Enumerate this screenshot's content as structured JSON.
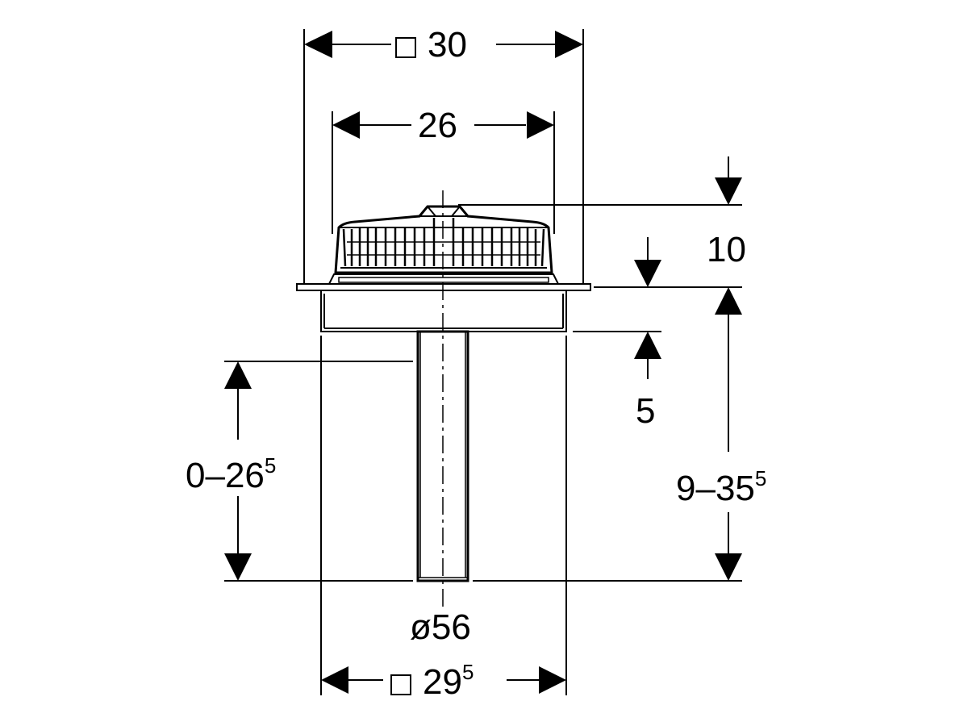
{
  "dimensions": {
    "top_width": {
      "value": "30",
      "square": true
    },
    "inner_width": {
      "value": "26"
    },
    "top_height": {
      "value": "10"
    },
    "flange_gap": {
      "value": "5"
    },
    "left_range": {
      "value": "0–26",
      "sup": "5"
    },
    "right_range": {
      "value": "9–35",
      "sup": "5"
    },
    "pipe_diameter": {
      "value": "ø56"
    },
    "bottom_width": {
      "value": "29",
      "sup": "5",
      "square": true
    }
  },
  "colors": {
    "line": "#000000",
    "background": "#ffffff"
  }
}
